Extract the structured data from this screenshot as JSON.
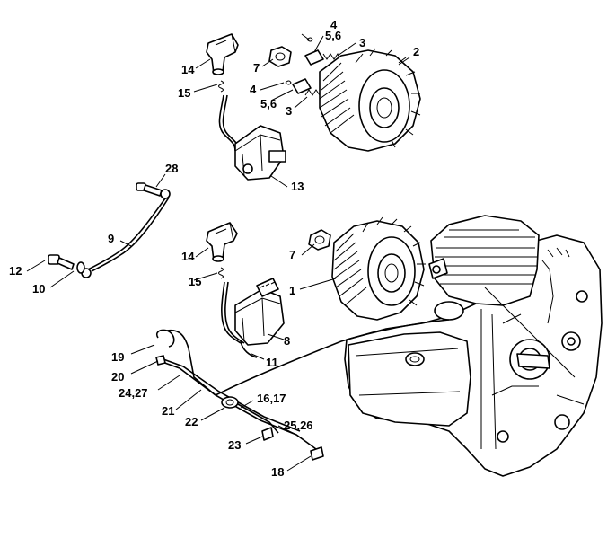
{
  "callouts": [
    {
      "id": "c14a",
      "text": "14"
    },
    {
      "id": "c15a",
      "text": "15"
    },
    {
      "id": "c7a",
      "text": "7"
    },
    {
      "id": "c4a",
      "text": "4"
    },
    {
      "id": "c56a",
      "text": "5,6"
    },
    {
      "id": "c3a",
      "text": "3"
    },
    {
      "id": "c2",
      "text": "2"
    },
    {
      "id": "c4b",
      "text": "4"
    },
    {
      "id": "c56b",
      "text": "5,6"
    },
    {
      "id": "c3b",
      "text": "3"
    },
    {
      "id": "c13",
      "text": "13"
    },
    {
      "id": "c28",
      "text": "28"
    },
    {
      "id": "c9",
      "text": "9"
    },
    {
      "id": "c12",
      "text": "12"
    },
    {
      "id": "c10",
      "text": "10"
    },
    {
      "id": "c14b",
      "text": "14"
    },
    {
      "id": "c15b",
      "text": "15"
    },
    {
      "id": "c7b",
      "text": "7"
    },
    {
      "id": "c1",
      "text": "1"
    },
    {
      "id": "c8",
      "text": "8"
    },
    {
      "id": "c11",
      "text": "11"
    },
    {
      "id": "c19",
      "text": "19"
    },
    {
      "id": "c20",
      "text": "20"
    },
    {
      "id": "c2427",
      "text": "24,27"
    },
    {
      "id": "c21",
      "text": "21"
    },
    {
      "id": "c22",
      "text": "22"
    },
    {
      "id": "c1617",
      "text": "16,17"
    },
    {
      "id": "c2526",
      "text": "25,26"
    },
    {
      "id": "c23",
      "text": "23"
    },
    {
      "id": "c18",
      "text": "18"
    }
  ]
}
